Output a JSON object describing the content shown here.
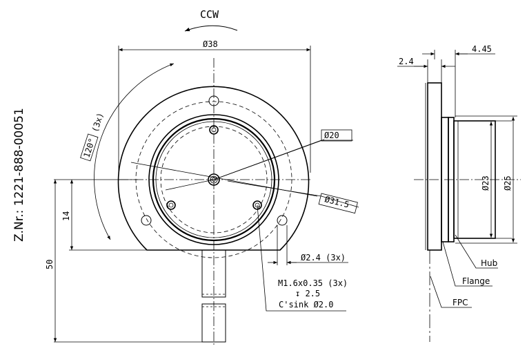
{
  "drawing_number": "Z.Nr.: 1221-888-00051",
  "rotation_label": "CCW",
  "front_view": {
    "outer_diameter": "Ø38",
    "bolt_circle_diameter": "Ø31.5",
    "hub_recess_diameter": "Ø20",
    "hole_angle": "120°",
    "hole_angle_count": "(3x)",
    "mount_hole": "Ø2.4  (3x)",
    "vertical_offset": "14",
    "overall_height": "50",
    "thread_callout": {
      "line1": "M1.6x0.35 (3x)",
      "line2": "↧ 2.5",
      "line3": "C'sink Ø2.0"
    }
  },
  "side_view": {
    "flange_thickness": "2.4",
    "hub_depth": "4.45",
    "hub_diameter_inner": "Ø23",
    "hub_diameter_outer": "Ø25",
    "labels": {
      "hub": "Hub",
      "flange": "Flange",
      "fpc": "FPC"
    }
  }
}
